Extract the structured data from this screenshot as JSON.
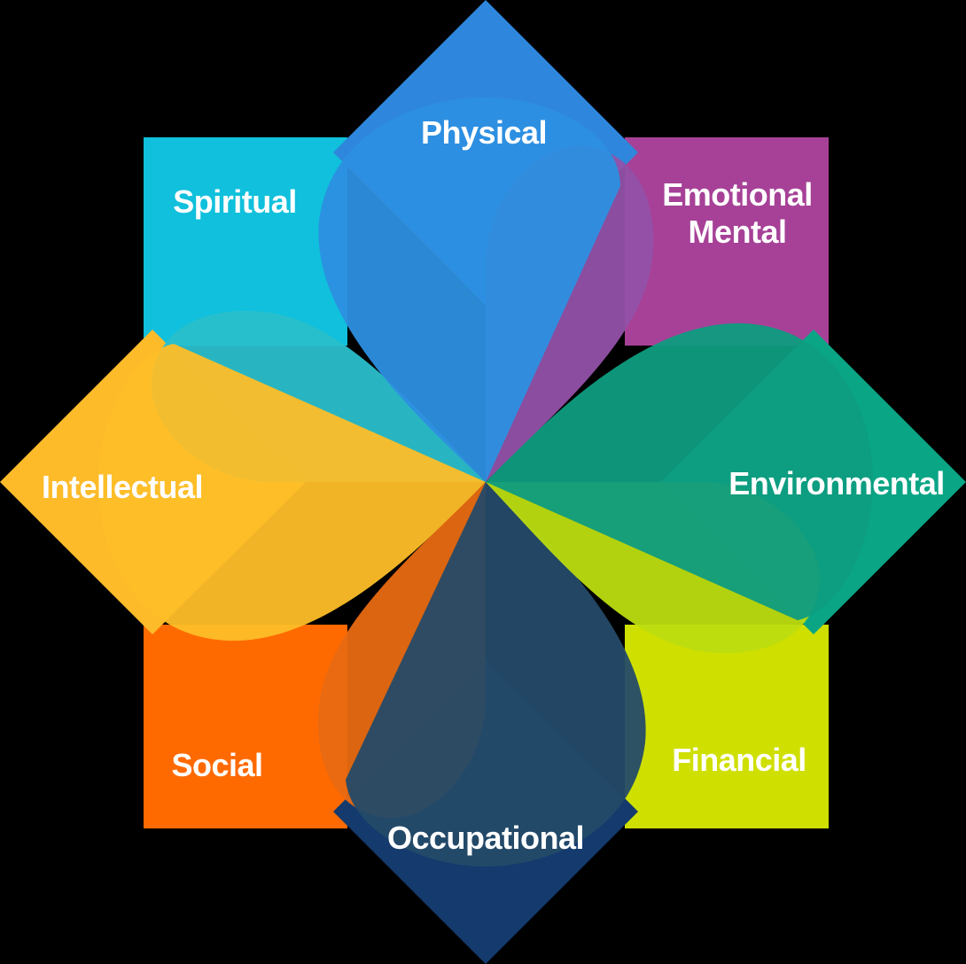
{
  "diagram": {
    "center_color": "#ffffff",
    "dimensions": [
      {
        "id": "physical",
        "lines": [
          "Physical"
        ],
        "color": "#2e87dc",
        "petal_color": "#2d8fe0"
      },
      {
        "id": "emotional",
        "lines": [
          "Emotional",
          "Mental"
        ],
        "color": "#a64197",
        "petal_color": "#9251a8"
      },
      {
        "id": "environmental",
        "lines": [
          "Environmental"
        ],
        "color": "#0aa585",
        "petal_color": "#0e9c80"
      },
      {
        "id": "financial",
        "lines": [
          "Financial"
        ],
        "color": "#cfdf00",
        "petal_color": "#bcdc10"
      },
      {
        "id": "occupational",
        "lines": [
          "Occupational"
        ],
        "color": "#143a6e",
        "petal_color": "#244a68"
      },
      {
        "id": "social",
        "lines": [
          "Social"
        ],
        "color": "#ff6a00",
        "petal_color": "#e86a12"
      },
      {
        "id": "intellectual",
        "lines": [
          "Intellectual"
        ],
        "color": "#fdbb2a",
        "petal_color": "#fdbe28"
      },
      {
        "id": "spiritual",
        "lines": [
          "Spiritual"
        ],
        "color": "#10c0dc",
        "petal_color": "#2abfcb"
      }
    ]
  }
}
